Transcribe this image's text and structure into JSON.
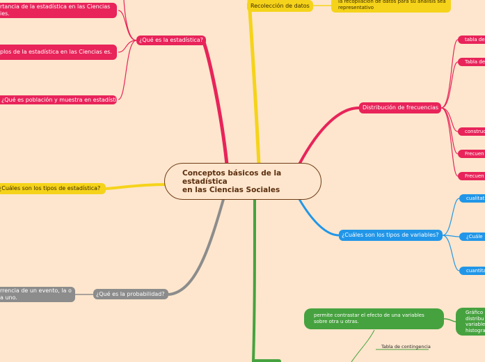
{
  "center": {
    "line1": "Conceptos básicos de la",
    "line2": "estadística",
    "line3": "en las Ciencias Sociales"
  },
  "nodes": {
    "importancia": "rtancia de la estadística en las Ciencias ies.",
    "ejemplos": "plos de la estadística en las Ciencias es.",
    "que_es_estadistica": "¿Qué es la estadística?",
    "poblacion": "¿Qué es población y muestra en estadística?",
    "tipos_estadistica": "¿Cuáles son los tipos de estadística?",
    "probabilidad_def": "rrencia de un evento, la o a uno.",
    "que_es_probabilidad": "¿Qué es la probabilidad?",
    "recoleccion": "Recolección de datos",
    "recoleccion_def": "la recopilación  de datos para su análisis sea representativo",
    "distribucion": "Distribución de frecuencias",
    "tabla_de1": "tabla de",
    "tabla_de2": "Tabla de",
    "construc": "construc",
    "frecuen1": "Frecuen",
    "frecuen2": "Frecuen",
    "tipos_variables": "¿Cuáles son los tipos de variables?",
    "cualitat": "cualitat",
    "cuales": "¿Cuále",
    "cuantita": "cuantita",
    "contrastar": "permite contrastar el efecto de una variables sobre otra u otras.",
    "grafico": "Gráfico distribu variable histogra",
    "tabla_contingencia": "Tabla de contingencia"
  }
}
